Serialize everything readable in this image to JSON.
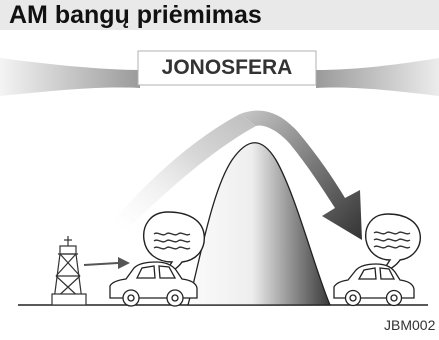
{
  "title": "AM bangų priėmimas",
  "ionosphere_label": "JONOSFERA",
  "figure_code": "JBM002",
  "colors": {
    "title_bar": "#e9e9e9",
    "band_dark": "#9a9a9a",
    "band_light": "#f0f0f0",
    "arrow_dark": "#555555",
    "arrow_light": "#e6e6e6",
    "mountain_dark": "#444444",
    "mountain_light": "#fafafa"
  },
  "icons": [
    "radio-tower-icon",
    "car-icon",
    "car-icon",
    "sound-bubble-icon",
    "sound-bubble-icon"
  ]
}
